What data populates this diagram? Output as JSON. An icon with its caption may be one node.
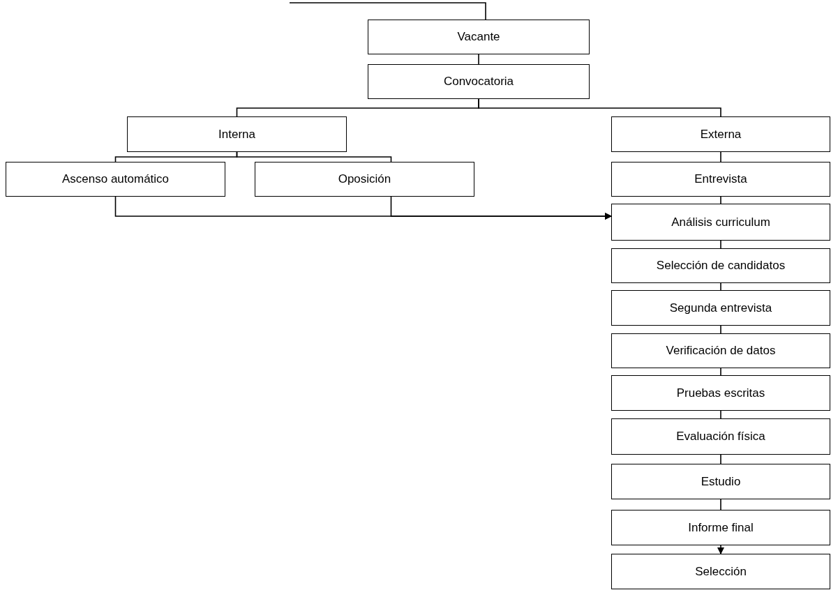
{
  "diagram": {
    "nodes": [
      {
        "text": [
          "Vacante"
        ]
      },
      {
        "text": [
          "Convocatoria"
        ]
      },
      {
        "text": [
          "Interna"
        ]
      },
      {
        "text": [
          "Externa"
        ]
      },
      {
        "text": [
          "Ascenso automático"
        ]
      },
      {
        "text": [
          "Oposición"
        ]
      },
      {
        "text": [
          "Entrevista"
        ]
      },
      {
        "text": [
          "Análisis curriculum"
        ]
      },
      {
        "text": [
          "Selección de candidatos"
        ]
      },
      {
        "text": [
          "Segunda entrevista"
        ]
      },
      {
        "text": [
          "Verificación de datos"
        ]
      },
      {
        "text": [
          "Pruebas escritas"
        ]
      },
      {
        "text": [
          "Evaluación física"
        ]
      },
      {
        "text": [
          "Estudio"
        ]
      },
      {
        "text": [
          "Informe final"
        ]
      },
      {
        "text": [
          "Selección"
        ]
      }
    ],
    "edges": [
      {
        "from": null,
        "to": 0,
        "arrow": "none"
      },
      {
        "from": 0,
        "to": 1,
        "arrow": "none"
      },
      {
        "from": 1,
        "to": 2,
        "arrow": "none"
      },
      {
        "from": 1,
        "to": 3,
        "arrow": "none"
      },
      {
        "from": 2,
        "to": 4,
        "arrow": "none"
      },
      {
        "from": 2,
        "to": 5,
        "arrow": "none"
      },
      {
        "from": 3,
        "to": 6,
        "arrow": "none"
      },
      {
        "from": 4,
        "to": 7,
        "arrow": "to"
      },
      {
        "from": 5,
        "to": 7,
        "arrow": "to"
      },
      {
        "from": 6,
        "to": 7,
        "arrow": "none"
      },
      {
        "from": 7,
        "to": 8,
        "arrow": "none"
      },
      {
        "from": 8,
        "to": 9,
        "arrow": "none"
      },
      {
        "from": 9,
        "to": 10,
        "arrow": "none"
      },
      {
        "from": 10,
        "to": 11,
        "arrow": "none"
      },
      {
        "from": 11,
        "to": 12,
        "arrow": "none"
      },
      {
        "from": 12,
        "to": 13,
        "arrow": "none"
      },
      {
        "from": 13,
        "to": 14,
        "arrow": "none"
      },
      {
        "from": 14,
        "to": 15,
        "arrow": "to"
      }
    ]
  }
}
